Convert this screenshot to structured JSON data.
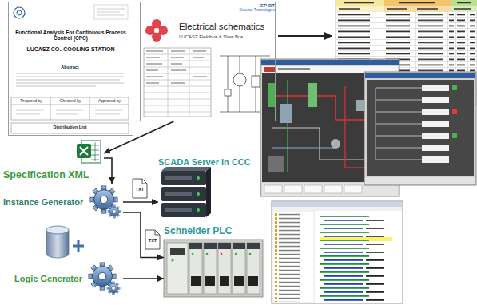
{
  "diagram": {
    "nodes": [
      {
        "text": [
          "Functional Analysis For Continuous Process Control (CPC)",
          "LUCASZ CO₂ COOLING STATION"
        ]
      },
      {
        "text": [
          "Electrical schematics",
          "LUCASZ Fieldbus & Slow Bus"
        ]
      },
      {
        "text": [
          "Specification XML"
        ]
      },
      {
        "text": [
          "Instance Generator"
        ]
      },
      {
        "text": [
          "Logic Generator"
        ]
      },
      {
        "text": [
          "SCADA Server in CCC"
        ]
      },
      {
        "text": [
          "Schneider PLC"
        ]
      }
    ],
    "edges": [
      {
        "from": 1,
        "to": 2,
        "arrow": "to"
      },
      {
        "from": 2,
        "to": 3,
        "arrow": "to"
      },
      {
        "from": 3,
        "to": 5,
        "arrow": "to"
      },
      {
        "from": 3,
        "to": 6,
        "arrow": "to"
      },
      {
        "from": 4,
        "to": 6,
        "arrow": "to"
      }
    ],
    "labels": [
      "Abstract",
      "Prepared by",
      "Checked by",
      "Approved by",
      "Distribution List",
      "EP-DT",
      "Detector Technologies",
      "TXT",
      "TXT"
    ]
  }
}
